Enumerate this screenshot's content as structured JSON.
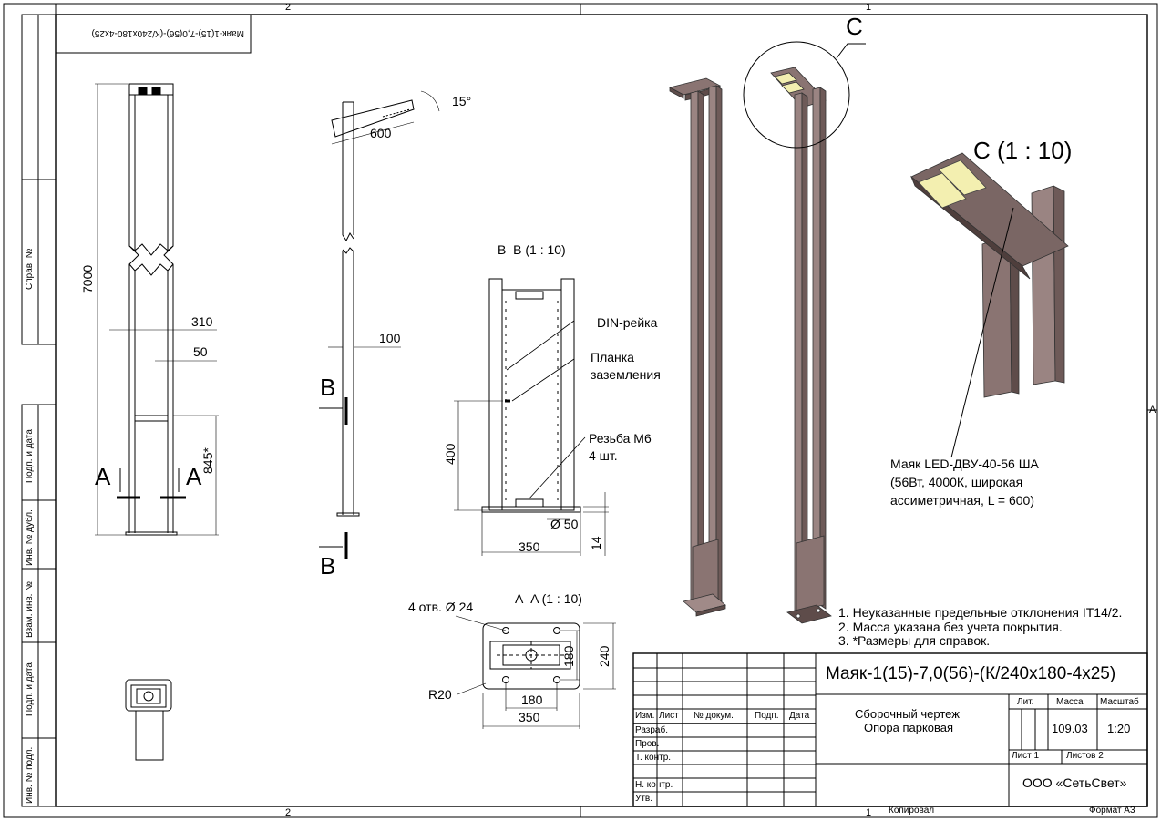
{
  "sheet": {
    "zone_top_2": "2",
    "zone_top_1": "1",
    "zone_bottom_2": "2",
    "zone_bottom_1": "1",
    "zone_right_A": "A",
    "rotated_designation": "Маяк-1(15)-7,0(56)-(К/240х180-4х25)",
    "copied_by": "Копировал",
    "format": "Формат А3"
  },
  "side_stamp": {
    "sprav_no": "Справ. №",
    "podp_data_1": "Подп. и дата",
    "inv_dubl": "Инв. № дубл.",
    "vzam_inv": "Взам. инв. №",
    "podp_data_2": "Подп. и дата",
    "inv_podl": "Инв. № подл."
  },
  "front_view": {
    "dim_height": "7000",
    "dim_width": "310",
    "dim_gap": "50",
    "dim_door": "845*",
    "section_a_left": "A",
    "section_a_right": "A"
  },
  "side_view": {
    "dim_angle": "15°",
    "dim_arm": "600",
    "dim_depth": "100",
    "section_b_top": "B",
    "section_b_bottom": "B"
  },
  "section_bb": {
    "title": "B–B (1 : 10)",
    "din_rail": "DIN-рейка",
    "ground_bar_1": "Планка",
    "ground_bar_2": "заземления",
    "thread_1": "Резьба M6",
    "thread_2": "4 шт.",
    "dim_400": "400",
    "dim_50": "Ø 50",
    "dim_350": "350",
    "dim_14": "14"
  },
  "section_aa": {
    "title": "A–A (1 : 10)",
    "holes": "4 отв. Ø 24",
    "radius": "R20",
    "dim_180_h": "180",
    "dim_350": "350",
    "dim_180_v": "180",
    "dim_240": "240"
  },
  "iso_view": {
    "callout_c": "C",
    "detail_title": "C (1 : 10)",
    "lamp_1": "Маяк LED-ДВУ-40-56 ША",
    "lamp_2": "(56Вт, 4000К, широкая",
    "lamp_3": "ассиметричная, L = 600)"
  },
  "notes": [
    "1. Неуказанные предельные отклонения IT14/2.",
    "2. Масса указана без учета покрытия.",
    "3. *Размеры для справок."
  ],
  "title_block": {
    "designation": "Маяк-1(15)-7,0(56)-(К/240х180-4х25)",
    "doc_type": "Сборочный чертеж",
    "name": "Опора парковая",
    "lit": "Лит.",
    "mass_label": "Масса",
    "scale_label": "Масштаб",
    "mass": "109.03",
    "scale": "1:20",
    "sheet": "Лист 1",
    "sheets": "Листов 2",
    "company": "ООО «СетьСвет»",
    "col_izm": "Изм.",
    "col_list": "Лист",
    "col_doc": "№ докум.",
    "col_podp": "Подп.",
    "col_date": "Дата",
    "razrab": "Разраб.",
    "prov": "Пров.",
    "tkontr": "Т. контр.",
    "nkontr": "Н. контр.",
    "utv": "Утв."
  },
  "colors": {
    "pole": "#8a7472",
    "pole_dark": "#5e4c4a",
    "lamp": "#f3efb0",
    "line": "#000000"
  }
}
